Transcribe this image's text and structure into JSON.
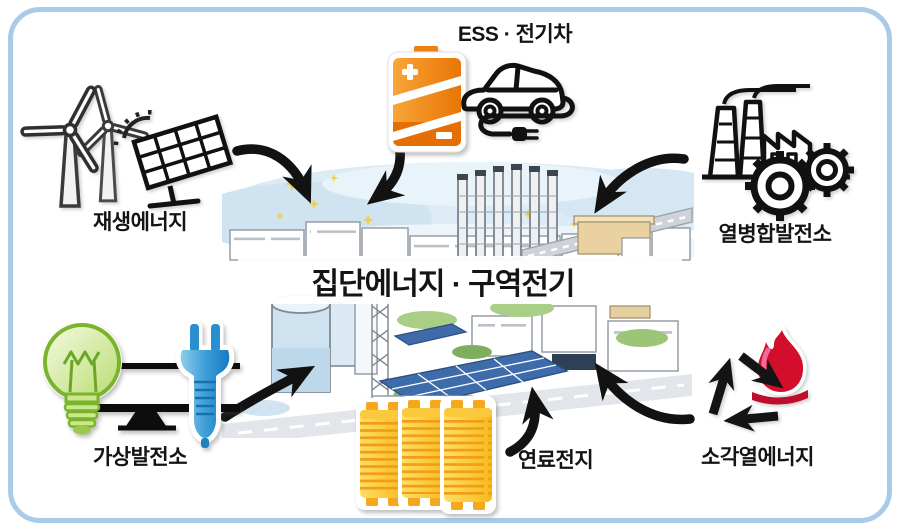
{
  "title": "집단에너지 · 구역전기",
  "nodes": {
    "ess": {
      "label": "ESS · 전기차",
      "icons": [
        "battery-icon",
        "electric-car-icon",
        "plug-cable-icon"
      ]
    },
    "renewable": {
      "label": "재생에너지",
      "icons": [
        "wind-turbine-icon",
        "solar-panel-icon",
        "sun-rays-icon"
      ]
    },
    "chp": {
      "label": "열병합발전소",
      "icons": [
        "factory-icon",
        "gears-icon"
      ]
    },
    "vpp": {
      "label": "가상발전소",
      "icons": [
        "light-bulb-icon",
        "monitor-icon",
        "power-plug-icon"
      ]
    },
    "fuel_cell": {
      "label": "연료전지",
      "icons": [
        "fuel-cell-stacks-icon"
      ]
    },
    "incineration": {
      "label": "소각열에너지",
      "icons": [
        "recycle-icon",
        "flame-icon"
      ]
    }
  },
  "center": {
    "description_icon": "district-energy-complex-illustration"
  },
  "colors": {
    "frame_border": "#a9cbe9",
    "arrow_black": "#121212",
    "battery_orange_light": "#f8a63c",
    "battery_orange_dark": "#e87607",
    "fuelcell_yellow_light": "#ffdd66",
    "fuelcell_yellow_dark": "#f6b91f",
    "fuelcell_stripe": "#ef9e15",
    "bulb_green": "#79b42c",
    "plug_blue_light": "#8ecdf0",
    "plug_blue_dark": "#1579c4",
    "flame_red": "#d30d2c",
    "flame_highlight": "#f06a9a",
    "solar_panel_blue": "#3e6cab",
    "sky_wash_blue": "#dcebf5",
    "star_yellow": "#f3cf3d"
  }
}
